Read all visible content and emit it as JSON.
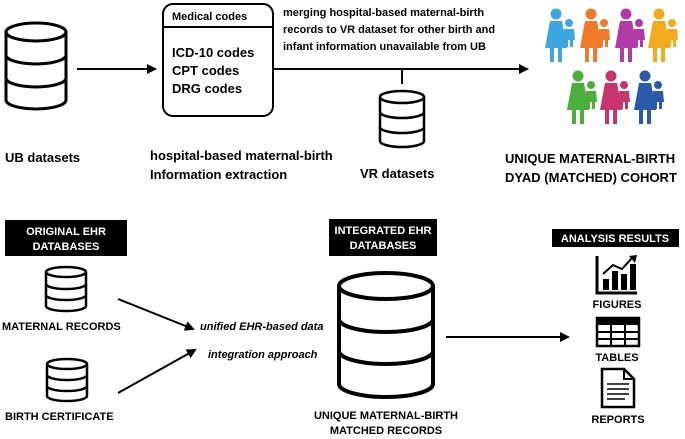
{
  "top": {
    "ub_label": "UB datasets",
    "codes_box": {
      "title": "Medical codes",
      "items": [
        "ICD-10 codes",
        "CPT codes",
        "DRG codes"
      ]
    },
    "extraction_label": [
      "hospital-based maternal-birth",
      "Information extraction"
    ],
    "merge_text": [
      "merging hospital-based maternal-birth",
      "records to VR dataset for other birth and",
      "infant information unavailable from UB"
    ],
    "vr_label": "VR datasets",
    "cohort_label": [
      "UNIQUE MATERNAL-BIRTH",
      "DYAD (MATCHED) COHORT"
    ]
  },
  "bottom": {
    "original_header": [
      "ORIGINAL EHR",
      "DATABASES"
    ],
    "maternal_label": "MATERNAL RECORDS",
    "birth_label": "BIRTH CERTIFICATE",
    "approach_text": [
      "unified EHR-based data",
      "integration approach"
    ],
    "integrated_header": [
      "INTEGRATED EHR",
      "DATABASES"
    ],
    "matched_label": [
      "UNIQUE MATERNAL-BIRTH",
      "MATCHED RECORDS"
    ],
    "analysis_header": "ANALYSIS RESULTS",
    "outputs": [
      "FIGURES",
      "TABLES",
      "REPORTS"
    ]
  },
  "colors": {
    "ink": "#000000",
    "cylinder_fill": "#ffffff",
    "family_palette": [
      "#3fa7e0",
      "#f07a2a",
      "#b23aa6",
      "#f2ab1c",
      "#4caf3c",
      "#c8356a",
      "#2a5aa8"
    ]
  },
  "icons": [
    "database-icon",
    "family-icon",
    "bar-chart-icon",
    "table-icon",
    "document-icon"
  ]
}
